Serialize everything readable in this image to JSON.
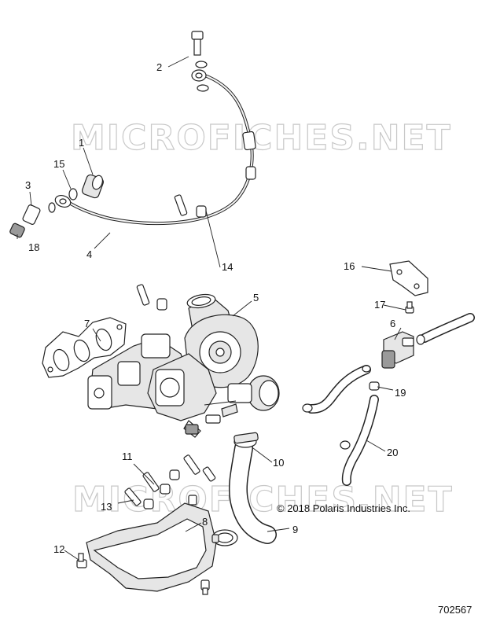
{
  "watermarks": [
    "MICROFICHES.NET",
    "MICROFICHES.NET"
  ],
  "copyright": "© 2018 Polaris Industries Inc.",
  "document_number": "702567",
  "callouts": [
    "1",
    "2",
    "3",
    "4",
    "5",
    "6",
    "7",
    "8",
    "9",
    "10",
    "11",
    "12",
    "13",
    "14",
    "15",
    "16",
    "17",
    "18",
    "19",
    "20"
  ]
}
